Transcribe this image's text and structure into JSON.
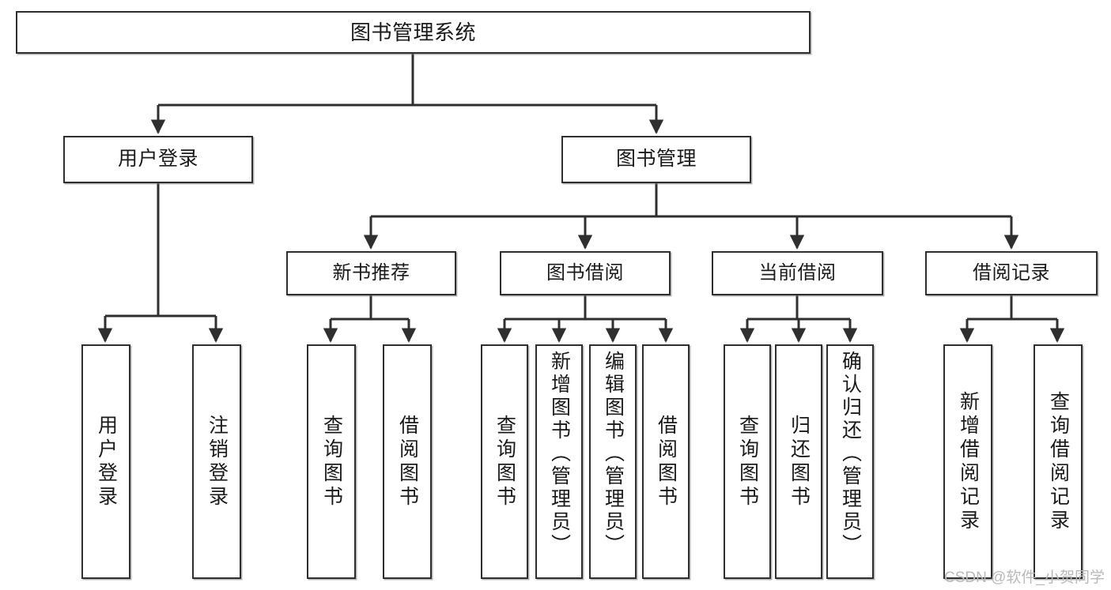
{
  "diagram": {
    "title": "图书管理系统",
    "type": "tree",
    "watermark": "CSDN @软件_小贺同学",
    "nodes": {
      "root": {
        "label": "图书管理系统"
      },
      "level2": [
        {
          "id": "user_login",
          "label": "用户登录"
        },
        {
          "id": "book_manage",
          "label": "图书管理"
        }
      ],
      "level3": [
        {
          "id": "new_book_rec",
          "label": "新书推荐",
          "parent": "book_manage"
        },
        {
          "id": "book_borrow",
          "label": "图书借阅",
          "parent": "book_manage"
        },
        {
          "id": "current_borrow",
          "label": "当前借阅",
          "parent": "book_manage"
        },
        {
          "id": "borrow_record",
          "label": "借阅记录",
          "parent": "book_manage"
        }
      ],
      "leaves": [
        {
          "id": "leaf_user_login",
          "label": "用户登录",
          "parent": "user_login"
        },
        {
          "id": "leaf_user_logout",
          "label": "注销登录",
          "parent": "user_login"
        },
        {
          "id": "leaf_query_book_1",
          "label": "查询图书",
          "parent": "new_book_rec"
        },
        {
          "id": "leaf_borrow_book_1",
          "label": "借阅图书",
          "parent": "new_book_rec"
        },
        {
          "id": "leaf_query_book_2",
          "label": "查询图书",
          "parent": "book_borrow"
        },
        {
          "id": "leaf_add_book",
          "label": "新增图书（管理员）",
          "parent": "book_borrow"
        },
        {
          "id": "leaf_edit_book",
          "label": "编辑图书（管理员）",
          "parent": "book_borrow"
        },
        {
          "id": "leaf_borrow_book_2",
          "label": "借阅图书",
          "parent": "book_borrow"
        },
        {
          "id": "leaf_query_book_3",
          "label": "查询图书",
          "parent": "current_borrow"
        },
        {
          "id": "leaf_return_book",
          "label": "归还图书",
          "parent": "current_borrow"
        },
        {
          "id": "leaf_confirm_return",
          "label": "确认归还（管理员）",
          "parent": "current_borrow"
        },
        {
          "id": "leaf_add_record",
          "label": "新增借阅记录",
          "parent": "borrow_record"
        },
        {
          "id": "leaf_query_record",
          "label": "查询借阅记录",
          "parent": "borrow_record"
        }
      ]
    },
    "colors": {
      "stroke": "#2f2f2f",
      "fill": "#ffffff",
      "text": "#1a1a1a",
      "watermark": "#b9b9b9",
      "background": "#ffffff"
    }
  }
}
